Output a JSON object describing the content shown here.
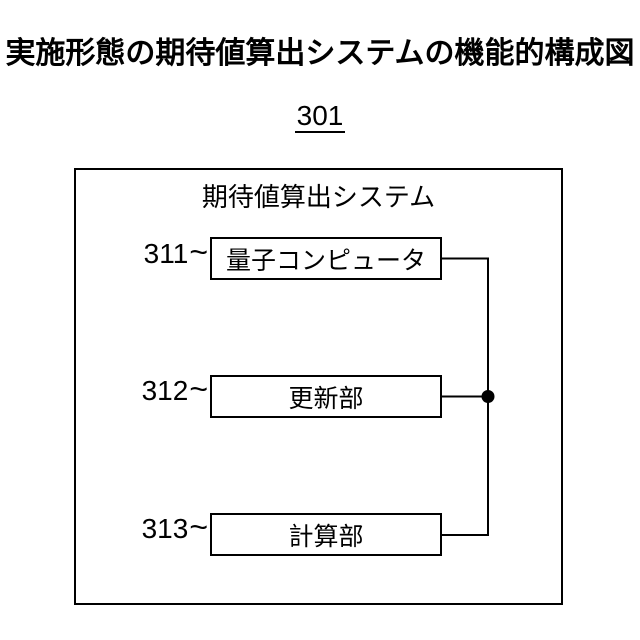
{
  "figure": {
    "title": "実施形態の期待値算出システムの機能的構成図",
    "reference_number": "301"
  },
  "system": {
    "label": "期待値算出システム"
  },
  "components": [
    {
      "ref": "311",
      "connector": "~",
      "label": "量子コンピュータ"
    },
    {
      "ref": "312",
      "connector": "~",
      "label": "更新部"
    },
    {
      "ref": "313",
      "connector": "~",
      "label": "計算部"
    }
  ],
  "colors": {
    "line": "#000000",
    "text": "#000000",
    "background": "#ffffff"
  }
}
